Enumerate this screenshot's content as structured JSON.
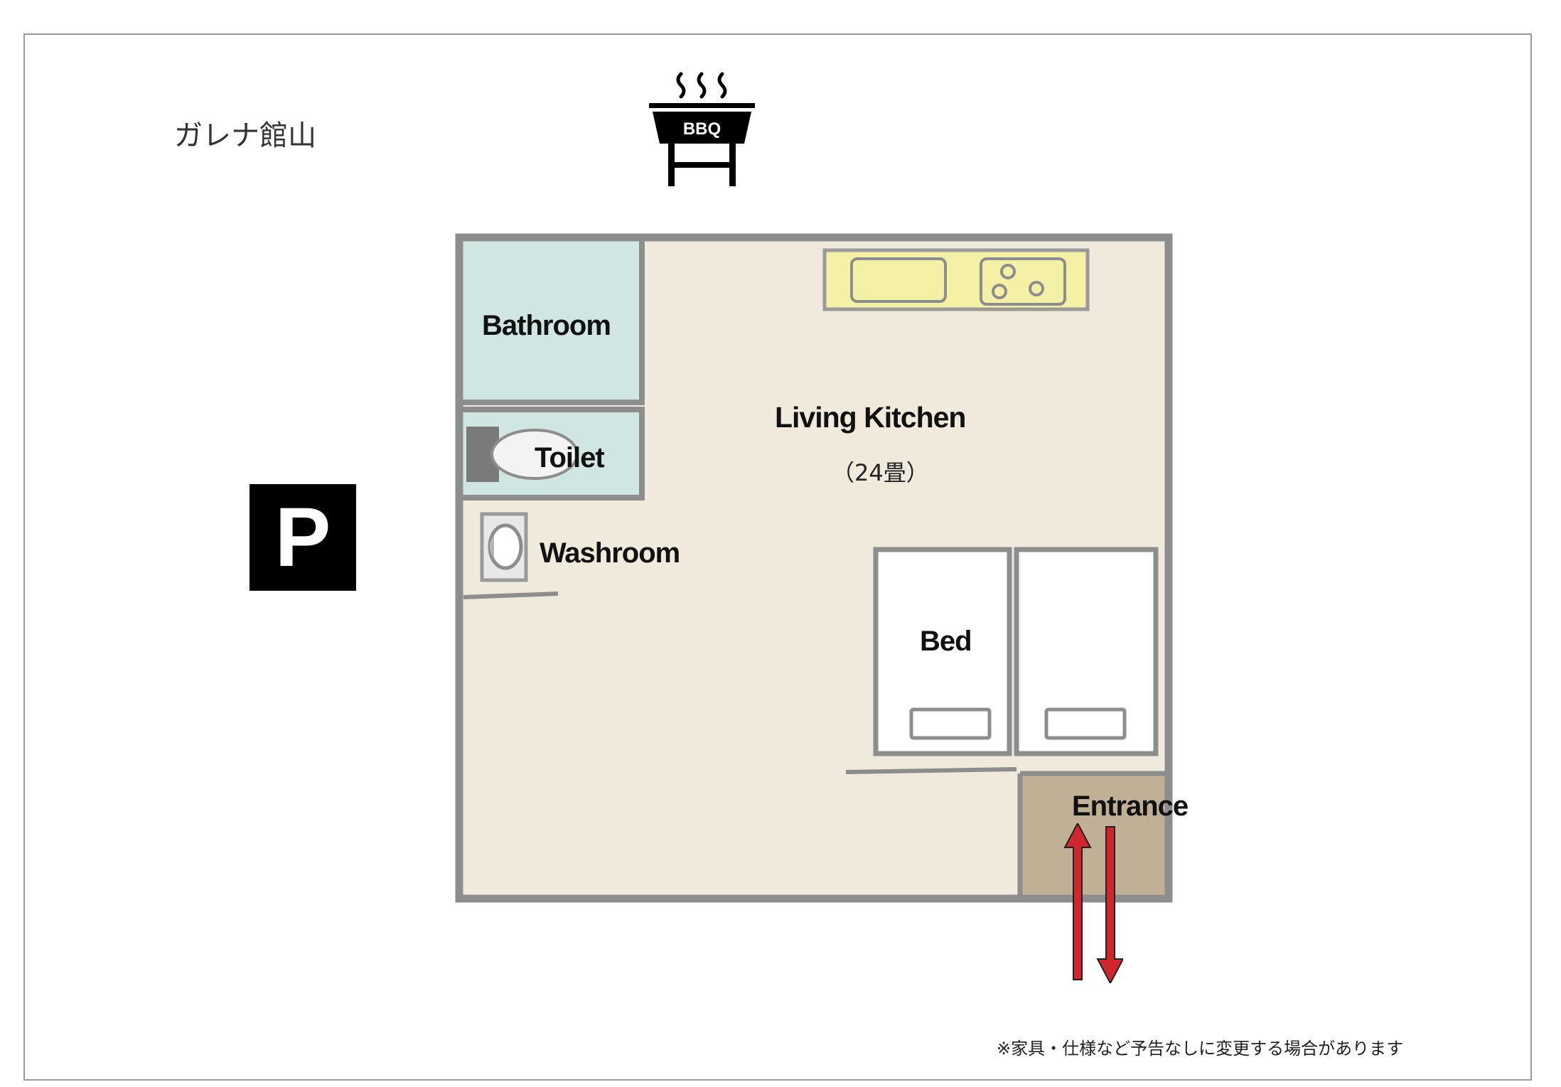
{
  "title": "ガレナ館山",
  "parking": {
    "label": "P"
  },
  "bbq": {
    "label": "BBQ"
  },
  "rooms": {
    "bathroom": "Bathroom",
    "toilet": "Toilet",
    "washroom": "Washroom",
    "living": "Living Kitchen",
    "living_size": "（24畳）",
    "bed": "Bed",
    "entrance": "Entrance"
  },
  "note": "※家具・仕様など予告なしに変更する場合があります",
  "colors": {
    "floor": "#efeadb",
    "bathroom": "#cfe6e2",
    "kitchen": "#f4f0a6",
    "entrance": "#c0b096",
    "wall": "#8d8d8d",
    "arrow": "#d0272f"
  }
}
